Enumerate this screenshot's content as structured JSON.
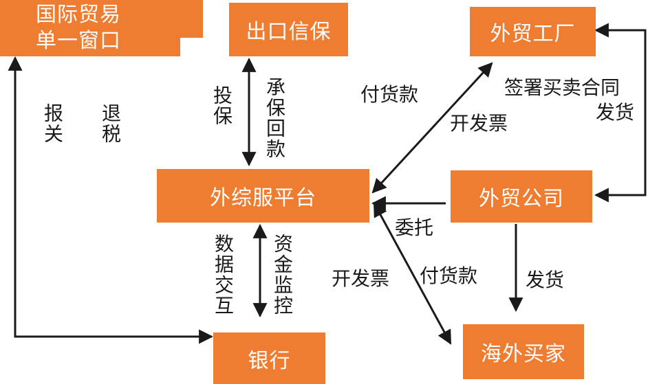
{
  "nodes": {
    "single_window": [
      "国际贸易",
      "单一窗口"
    ],
    "export_insurance": "出口信保",
    "factory": "外贸工厂",
    "platform": "外综服平台",
    "trade_company": "外贸公司",
    "bank": "银行",
    "overseas_buyer": "海外买家"
  },
  "labels": {
    "declare": "报关",
    "tax_refund": "退税",
    "insure": "投保",
    "guarantee_payback": "承保回款",
    "pay_goods_1": "付货款",
    "invoice_1": "开发票",
    "sign_contract": "签署买卖合同",
    "ship_1": "发货",
    "entrust": "委托",
    "data_exchange": "数据交互",
    "fund_monitor": "资金监控",
    "invoice_2": "开发票",
    "pay_goods_2": "付货款",
    "ship_2": "发货"
  },
  "colors": {
    "box": "#ee7d31",
    "box_text": "#ffffff",
    "line": "#1a1a1a"
  }
}
